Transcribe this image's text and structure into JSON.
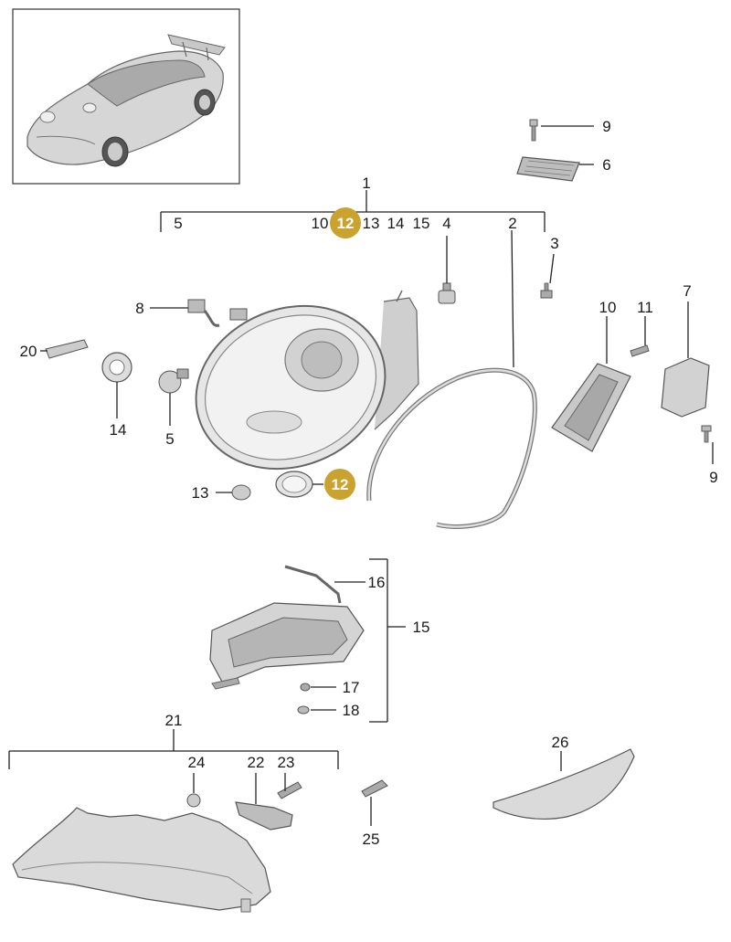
{
  "colors": {
    "highlight_badge": "#c9a22f",
    "line": "#222222",
    "part_fill": "#d9d9d9",
    "part_stroke": "#555555"
  },
  "icons": [
    "car-icon"
  ],
  "labels": {
    "l1": "1",
    "l5": "5",
    "l10a": "10",
    "l12a": "12",
    "l13a": "13",
    "l14a": "14",
    "l15a": "15",
    "l4": "4",
    "l2": "2",
    "l3": "3",
    "l9a": "9",
    "l6": "6",
    "l8": "8",
    "l20": "20",
    "l14b": "14",
    "l5b": "5",
    "l13b": "13",
    "l12b": "12",
    "l10b": "10",
    "l11": "11",
    "l7": "7",
    "l9b": "9",
    "l16": "16",
    "l15b": "15",
    "l17": "17",
    "l18": "18",
    "l21": "21",
    "l24": "24",
    "l22": "22",
    "l23": "23",
    "l25": "25",
    "l26": "26"
  }
}
